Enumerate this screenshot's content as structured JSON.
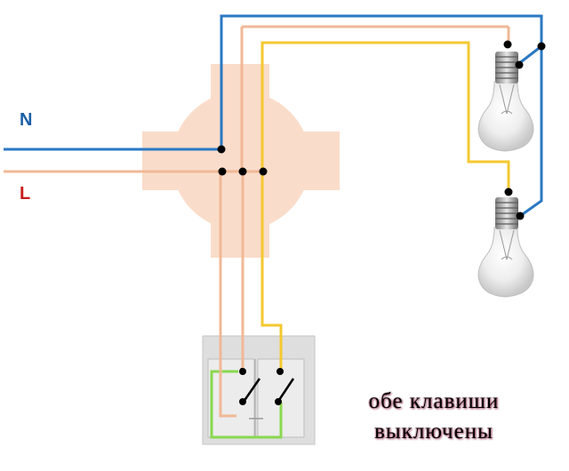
{
  "labels": {
    "neutral": "N",
    "line": "L"
  },
  "caption": {
    "line1": "обе клавиши",
    "line2": "выключены"
  },
  "colors": {
    "neutral_wire": "#2a78c4",
    "line_wire": "#f0b896",
    "lamp_wire_yellow": "#f4c830",
    "ground_wire": "#8ad850",
    "junction_box": "#fadcca",
    "switch_plate": "#dcdcdc",
    "label_neutral": "#1a5fa8",
    "label_line": "#c81e1e",
    "caption_shadow": "#8a2a4a"
  },
  "icons": [
    "lamp-bulb-icon",
    "two-key-switch-icon",
    "junction-box-icon"
  ]
}
